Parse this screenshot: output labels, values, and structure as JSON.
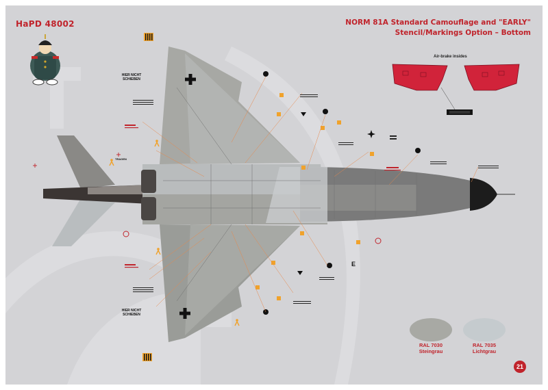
{
  "header": {
    "product_code": "HaPD 48002",
    "title_line1": "NORM 81A Standard Camouflage and \"EARLY\"",
    "title_line2": "Stencil/Markings Option – Bottom"
  },
  "airbrake_label": "Air-brake insides",
  "stencils": {
    "hier_nicht_schieben": "HIER NICHT SCHIEBEN",
    "tragen": "TRAGEN"
  },
  "colors": {
    "accent": "#c0232b",
    "steingrau": "#a8a9a4",
    "lichtgrau": "#c5cbce",
    "airbrake": "#d1233a"
  },
  "swatches": [
    {
      "ral": "RAL 7030",
      "name": "Steingrau"
    },
    {
      "ral": "RAL 7035",
      "name": "Lichtgrau"
    }
  ],
  "page_number": "21"
}
